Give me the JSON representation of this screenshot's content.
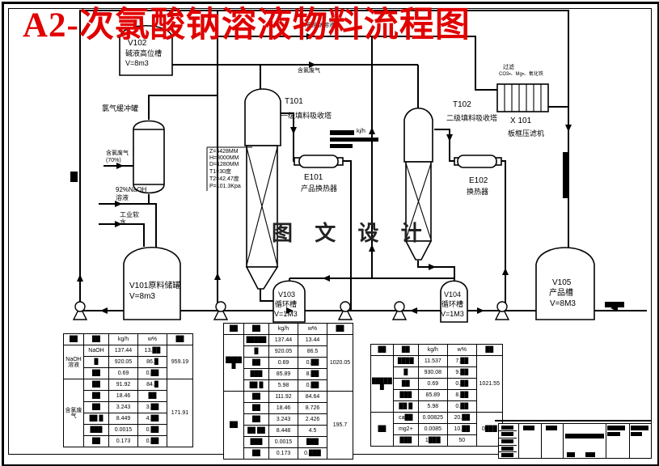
{
  "title": "A2-次氯酸钠溶液物料流程图",
  "watermark": "图 文 设 计",
  "colors": {
    "title_red": "#e10000",
    "line": "#000000"
  },
  "equipment": {
    "v102": {
      "tag": "V102",
      "name": "碱液高位槽",
      "spec": "V=8m3"
    },
    "buffer": {
      "name": "氯气缓冲罐"
    },
    "v101": {
      "tag": "V101原料储罐",
      "spec": "V=8m3"
    },
    "t101": {
      "tag": "T101",
      "name": "一级填料吸收塔",
      "specs": [
        "Z=5428MM",
        "H=8000MM",
        "D=1280MM",
        "T1=30度",
        "T2=42.47度",
        "P=101.3Kpa"
      ]
    },
    "e101": {
      "tag": "E101",
      "name": "产品换热器",
      "duty_unit": "kj/h"
    },
    "t102": {
      "tag": "T102",
      "name": "二级填料吸收塔"
    },
    "e102": {
      "tag": "E102",
      "name": "换热器"
    },
    "x101": {
      "tag": "X 101",
      "name": "板框压滤机",
      "note1": "过滤",
      "note2": "CO3▪、Mg▪、氧化铁"
    },
    "v103": {
      "tag": "V103",
      "name": "循环槽",
      "spec": "V=1M3"
    },
    "v104": {
      "tag": "V104",
      "name": "循环槽",
      "spec": "V=1M3"
    },
    "v105": {
      "tag": "V105",
      "name": "产品槽",
      "spec": "V=8M3"
    }
  },
  "streams": {
    "chlorine_in_1": "含氯废气",
    "chlorine_in_2": "(70%)",
    "naoh_1": "92%NaOH",
    "naoh_2": "溶液",
    "water_1": "工业软",
    "water_2": "水",
    "product_top": "次氯酸钠溶液",
    "offgas": "含氯废气"
  },
  "tables": {
    "col_headers": [
      "██",
      "██",
      "kg/h",
      "w%",
      "██"
    ],
    "left": {
      "groups": [
        {
          "label": "NaOH\n溶液",
          "rows": [
            [
              "NaOH",
              "137.44",
              "13.██"
            ],
            [
              "█",
              "920.05",
              "86.█"
            ],
            [
              "██",
              "0.69",
              "0.██"
            ]
          ],
          "total": "959.19"
        },
        {
          "label": "含氯废\n气",
          "rows": [
            [
              "██",
              "91.92",
              "84.█"
            ],
            [
              "██",
              "18.46",
              "██"
            ],
            [
              "██",
              "3.243",
              "3.██"
            ],
            [
              "██\n█",
              "8.449",
              "4.██"
            ],
            [
              "███",
              "0.0015",
              "0.██"
            ],
            [
              "██",
              "0.173",
              "0.██"
            ]
          ],
          "total": "171.91"
        }
      ]
    },
    "middle": {
      "groups": [
        {
          "label": "████\n█",
          "rows": [
            [
              "█████",
              "137.44",
              "13.44"
            ],
            [
              "█",
              "920.05",
              "86.5"
            ],
            [
              "██",
              "0.69",
              "0.██"
            ],
            [
              "███",
              "85.89",
              "8.██"
            ],
            [
              "██\n█",
              "5.98",
              "0.██"
            ]
          ],
          "total": "1020.05"
        },
        {
          "label": "██",
          "rows": [
            [
              "██",
              "111.92",
              "84.64"
            ],
            [
              "██",
              "18.46",
              "8.726"
            ],
            [
              "██",
              "3.243",
              "2.426"
            ],
            [
              "██\n██",
              "8.448",
              "4.5"
            ],
            [
              "███",
              "0.0015",
              "███"
            ],
            [
              "██",
              "0.173",
              "0.███"
            ]
          ],
          "total": "195.7"
        }
      ]
    },
    "right": {
      "groups": [
        {
          "label": "█████\n█",
          "rows": [
            [
              "████",
              "11.537",
              "7.██"
            ],
            [
              "█",
              "930.08",
              "9.██"
            ],
            [
              "██",
              "0.69",
              "0.██"
            ],
            [
              "███",
              "85.89",
              "8.██"
            ],
            [
              "██\n█",
              "5.98",
              "0.██"
            ]
          ],
          "total": "1021.55"
        },
        {
          "label": "██",
          "rows": [
            [
              "ca██",
              "0.00825",
              "20.██"
            ],
            [
              "mg2+",
              "0.0085",
              "10.██"
            ],
            [
              "███",
              "1███",
              "50"
            ]
          ],
          "total": "0███"
        }
      ]
    }
  }
}
